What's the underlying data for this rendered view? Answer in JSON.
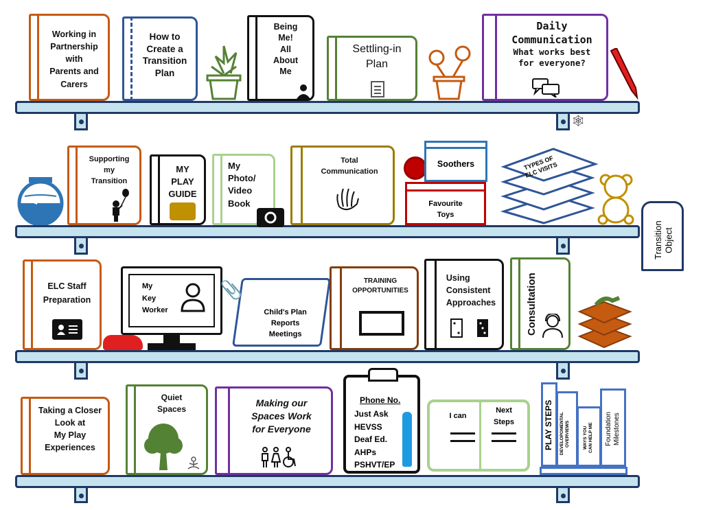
{
  "colors": {
    "shelf": "#C5E3EE",
    "shelf_border": "#1F3864",
    "orange": "#C55A11",
    "blue": "#2F5597",
    "black": "#111111",
    "green": "#548235",
    "light_green": "#A9D18E",
    "purple": "#7030A0",
    "gold": "#9C7C00",
    "brown": "#843C0C",
    "red": "#C00000",
    "sky": "#2E75B6",
    "steps_blue": "#4472C4"
  },
  "row1": {
    "partnership": "Working in\nPartnership\nwith\nParents and\nCarers",
    "transition_plan": "How to\nCreate a\nTransition\nPlan",
    "being_me": "Being\nMe!\nAll\nAbout\nMe",
    "settling_in": "Settling-in\nPlan",
    "daily_comm_title": "Daily\nCommunication",
    "daily_comm_sub": "What works best\nfor everyone?"
  },
  "row2": {
    "supporting": "Supporting\nmy\nTransition",
    "play_guide": "MY\nPLAY\nGUIDE",
    "photo_book": "My\nPhoto/\nVideo\nBook",
    "total_comm": "Total\nCommunication",
    "soothers": "Soothers",
    "favourite_toys": "Favourite\nToys",
    "elc_visits": "TYPES OF\nELC VISITS",
    "transition_object": "Transition\nObject"
  },
  "row3": {
    "staff_prep": "ELC Staff\nPreparation",
    "key_worker": "My\nKey\nWorker",
    "childs_plan": "Child's Plan\nReports\nMeetings",
    "training": "TRAINING\nOPPORTUNITIES",
    "consistent": "Using\nConsistent\nApproaches",
    "consultation": "Consultation"
  },
  "row4": {
    "closer_look": "Taking a Closer\nLook at\nMy Play\nExperiences",
    "quiet": "Quiet\nSpaces",
    "spaces_work": "Making our\nSpaces Work\nfor Everyone",
    "phone_title": "Phone No.",
    "phone_items": [
      "Just Ask",
      "HEVSS",
      "Deaf Ed.",
      "AHPs",
      "PSHVT/EP"
    ],
    "i_can": "I can",
    "next_steps": "Next\nSteps",
    "play_steps": "PLAY STEPS",
    "dev_overviews": "DEVELOPOMENTAL\nOVERVIEWS",
    "ways_help": "WAYS YOU\nCAN HELP ME",
    "foundation": "Foundation\nMilestones"
  }
}
